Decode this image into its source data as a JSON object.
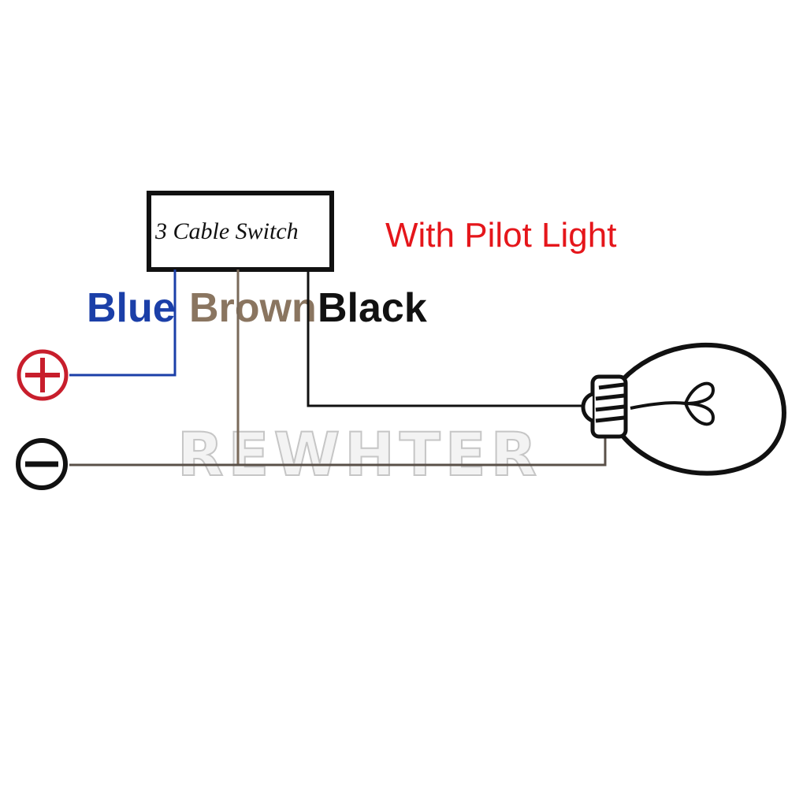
{
  "switch": {
    "label": "3 Cable Switch"
  },
  "title": "With Pilot Light",
  "wires": {
    "blue": "Blue",
    "brown": "Brown",
    "black": "Black"
  },
  "colors": {
    "blue": "#1b3fa8",
    "brown": "#8a7560",
    "black": "#111111",
    "title": "#e5161b",
    "positive": "#c81e2c",
    "negative": "#111111"
  },
  "icons": {
    "positive": "plus-circle-icon",
    "negative": "minus-circle-icon",
    "lamp": "light-bulb-icon"
  },
  "watermark": "REWHTER"
}
